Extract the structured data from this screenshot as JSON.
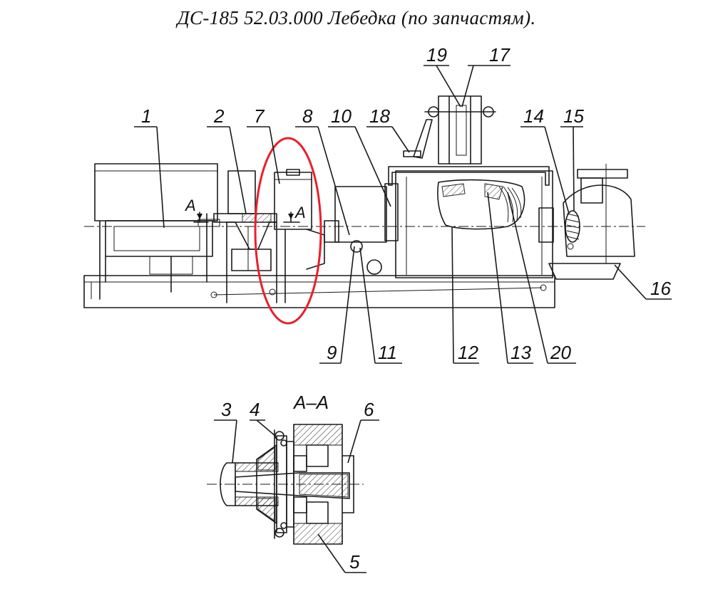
{
  "title": "ДС-185 52.03.000  Лебедка (по запчастям).",
  "section_label": "А–А",
  "cut_labels": [
    "А",
    "А"
  ],
  "highlight_color": "#e8202a",
  "callouts_main": [
    "1",
    "2",
    "7",
    "8",
    "10",
    "18",
    "19",
    "17",
    "14",
    "15",
    "16",
    "9",
    "11",
    "12",
    "13",
    "20"
  ],
  "callouts_section": [
    "3",
    "4",
    "6",
    "5"
  ]
}
